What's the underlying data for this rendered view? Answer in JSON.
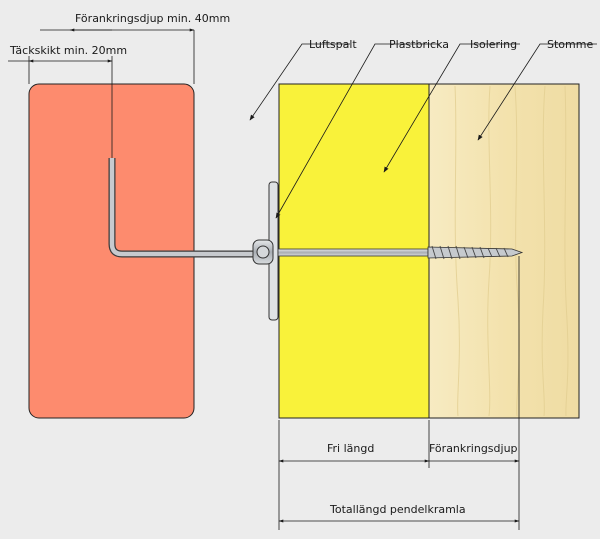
{
  "labels": {
    "anchor_depth_min": "Förankringsdjup min. 40mm",
    "cover_min": "Täckskikt min. 20mm",
    "air_gap": "Luftspalt",
    "plastic_washer": "Plastbricka",
    "insulation": "Isolering",
    "frame": "Stomme",
    "free_length": "Fri längd",
    "anchor_depth": "Förankringsdjup",
    "total_length": "Totallängd pendelkramla"
  },
  "colors": {
    "background": "#ececec",
    "brick": "#fd8b6e",
    "insulation": "#f9f23a",
    "timber": "#f4e6b3",
    "steel": "#b9bdc2",
    "outline": "#222222"
  },
  "icons": [
    "hook-anchor-icon",
    "plastic-washer-icon",
    "screw-icon"
  ]
}
